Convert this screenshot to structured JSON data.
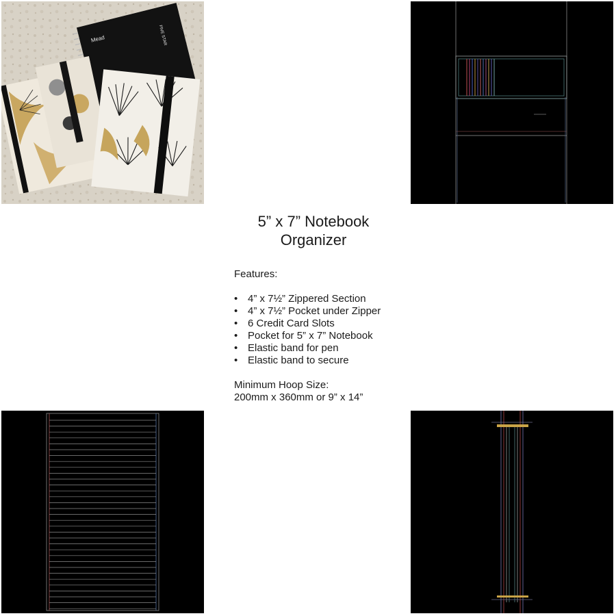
{
  "photo": {
    "brand_mark": "Mead",
    "notebook_brand": "FIVE STAR"
  },
  "title": {
    "line1": "5” x 7” Notebook",
    "line2": "Organizer"
  },
  "features": {
    "label": "Features:",
    "items": [
      "4” x 7½” Zippered Section",
      "4” x 7½” Pocket under Zipper",
      "6 Credit Card Slots",
      "Pocket for 5” x 7” Notebook",
      "Elastic band for pen",
      "Elastic band to secure"
    ]
  },
  "hoop": {
    "label": "Minimum Hoop Size:",
    "value": "200mm x 360mm or 9” x 14”"
  },
  "colors": {
    "embroidery_background": "#000000",
    "photo_background": "#d9d3c8"
  },
  "icons": [
    "product-photo",
    "embroidery-design-preview"
  ]
}
